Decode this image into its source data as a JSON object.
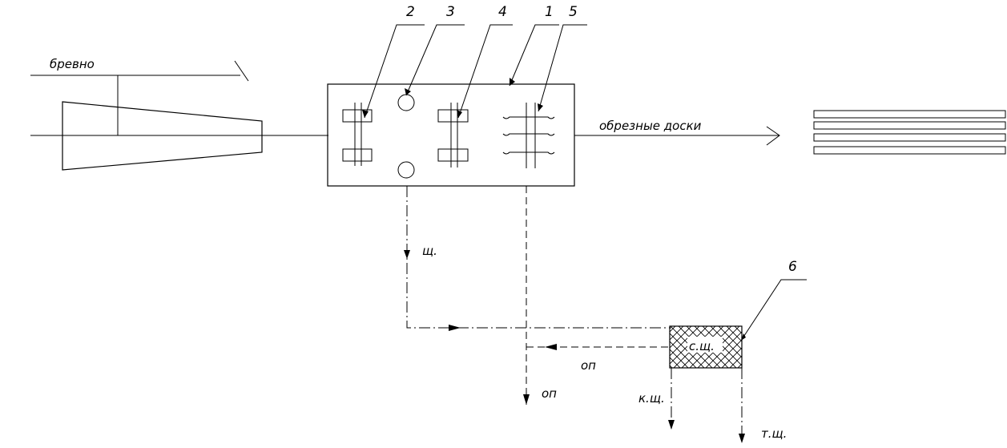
{
  "labels": {
    "log": "бревно",
    "edged_boards": "обрезные доски",
    "chips": "щ.",
    "slabs_top": "оп",
    "slabs_bottom": "оп",
    "sorted_chips": "с.щ.",
    "large_chips": "к.щ.",
    "fine_chips": "т.щ."
  },
  "callouts": {
    "n1": "1",
    "n2": "2",
    "n3": "3",
    "n4": "4",
    "n5": "5",
    "n6": "6"
  }
}
